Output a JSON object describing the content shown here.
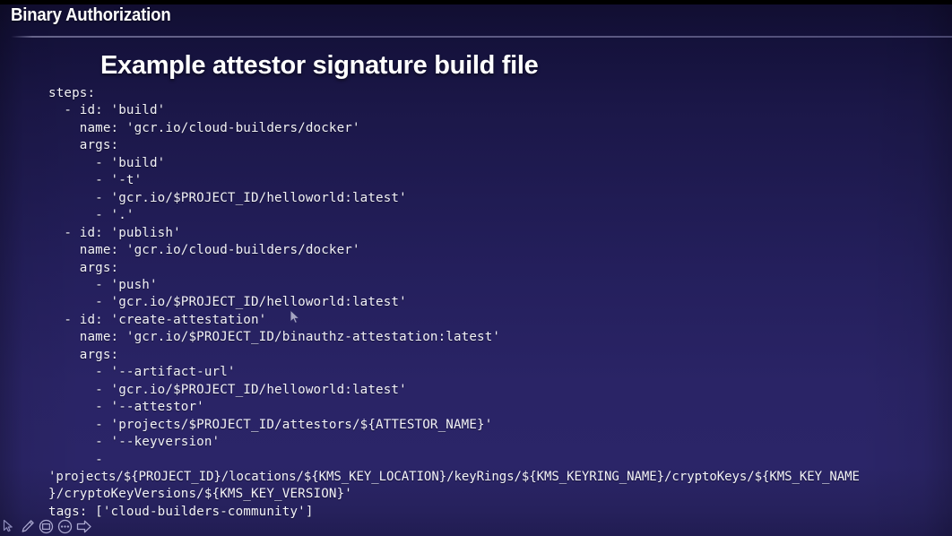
{
  "slide": {
    "kicker": "Binary Authorization",
    "title": "Example attestor signature build file",
    "background_top_color": "#14113a",
    "background_mid_color": "#2a2466",
    "text_color": "#f2f2f7",
    "rule_color": "#aaa8cd"
  },
  "code": {
    "language": "yaml",
    "lines": [
      "steps:",
      "  - id: 'build'",
      "    name: 'gcr.io/cloud-builders/docker'",
      "    args:",
      "      - 'build'",
      "      - '-t'",
      "      - 'gcr.io/$PROJECT_ID/helloworld:latest'",
      "      - '.'",
      "  - id: 'publish'",
      "    name: 'gcr.io/cloud-builders/docker'",
      "    args:",
      "      - 'push'",
      "      - 'gcr.io/$PROJECT_ID/helloworld:latest'",
      "  - id: 'create-attestation'",
      "    name: 'gcr.io/$PROJECT_ID/binauthz-attestation:latest'",
      "    args:",
      "      - '--artifact-url'",
      "      - 'gcr.io/$PROJECT_ID/helloworld:latest'",
      "      - '--attestor'",
      "      - 'projects/$PROJECT_ID/attestors/${ATTESTOR_NAME}'",
      "      - '--keyversion'",
      "      -",
      "'projects/${PROJECT_ID}/locations/${KMS_KEY_LOCATION}/keyRings/${KMS_KEYRING_NAME}/cryptoKeys/${KMS_KEY_NAME",
      "}/cryptoKeyVersions/${KMS_KEY_VERSION}'",
      "tags: ['cloud-builders-community']"
    ]
  },
  "toolbar": {
    "items": [
      {
        "icon": "pointer-icon",
        "label": "Pointer"
      },
      {
        "icon": "pen-icon",
        "label": "Pen"
      },
      {
        "icon": "slide-menu-icon",
        "label": "Slide menu"
      },
      {
        "icon": "more-options-icon",
        "label": "More options"
      },
      {
        "icon": "next-slide-arrow-icon",
        "label": "Next slide"
      }
    ]
  }
}
